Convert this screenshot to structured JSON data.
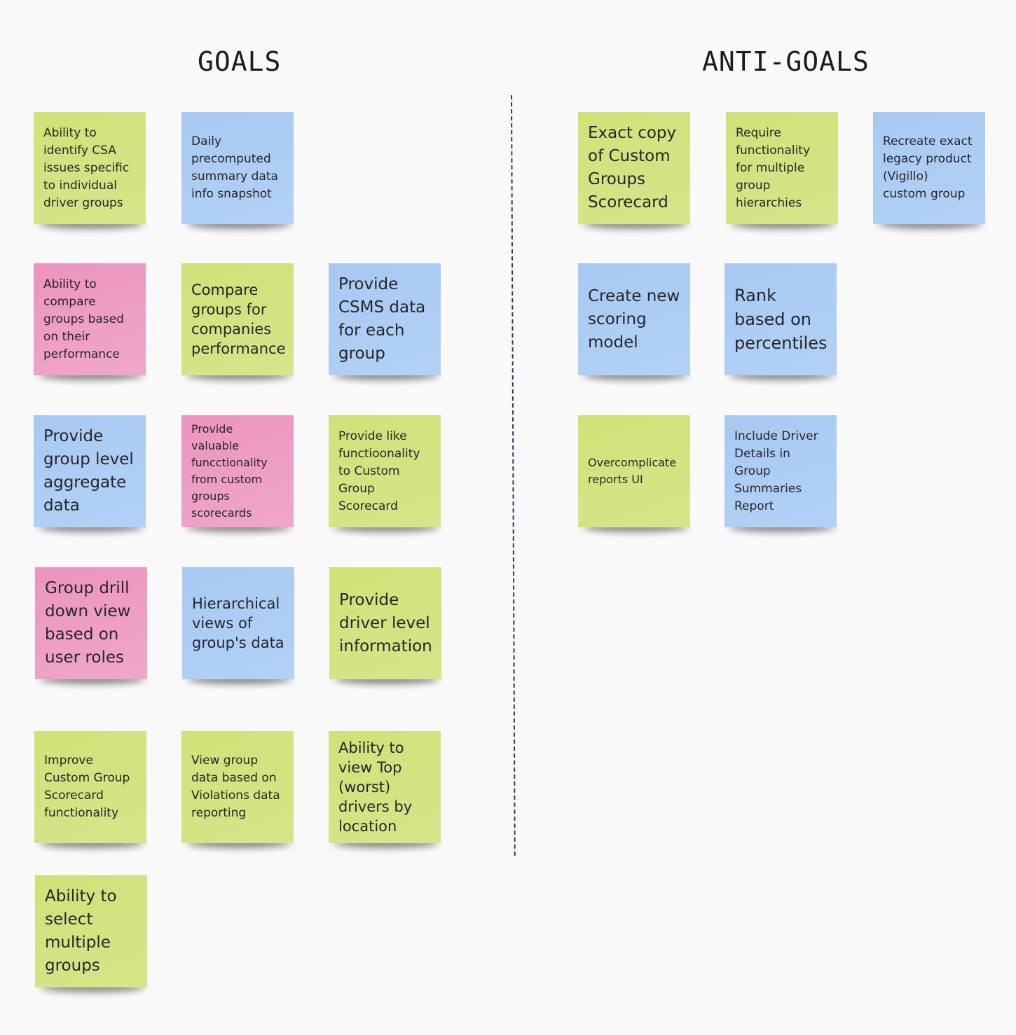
{
  "goals": {
    "heading": "GOALS",
    "notes": [
      {
        "text": "Ability to identify CSA issues specific to individual driver groups",
        "color": "green"
      },
      {
        "text": "Daily precomputed summary data info snapshot",
        "color": "blue"
      },
      {
        "text": "Ability to compare groups based on their performance",
        "color": "pink"
      },
      {
        "text": "Compare groups for companies performance",
        "color": "green"
      },
      {
        "text": "Provide CSMS data for each group",
        "color": "blue"
      },
      {
        "text": "Provide group level aggregate data",
        "color": "blue"
      },
      {
        "text": "Provide valuable funcctionality from custom groups scorecards",
        "color": "pink"
      },
      {
        "text": "Provide like functioonality to Custom Group Scorecard",
        "color": "green"
      },
      {
        "text": "Group drill down view based on user roles",
        "color": "pink"
      },
      {
        "text": "Hierarchical views of group's data",
        "color": "blue"
      },
      {
        "text": "Provide driver level information",
        "color": "green"
      },
      {
        "text": "Improve Custom Group Scorecard functionality",
        "color": "green"
      },
      {
        "text": "View group data based on Violations data reporting",
        "color": "green"
      },
      {
        "text": "Ability to view Top (worst) drivers by location",
        "color": "green"
      },
      {
        "text": "Ability to select multiple groups",
        "color": "green"
      }
    ]
  },
  "anti_goals": {
    "heading": "ANTI-GOALS",
    "notes": [
      {
        "text": "Exact copy of Custom Groups Scorecard",
        "color": "green"
      },
      {
        "text": "Require functionality for multiple group hierarchies",
        "color": "green"
      },
      {
        "text": "Recreate exact legacy product (Vigillo) custom group",
        "color": "blue"
      },
      {
        "text": "Create new scoring model",
        "color": "blue"
      },
      {
        "text": "Rank based on percentiles",
        "color": "blue"
      },
      {
        "text": "Overcomplicate reports UI",
        "color": "green"
      },
      {
        "text": "Include Driver Details in Group Summaries Report",
        "color": "blue"
      }
    ]
  }
}
